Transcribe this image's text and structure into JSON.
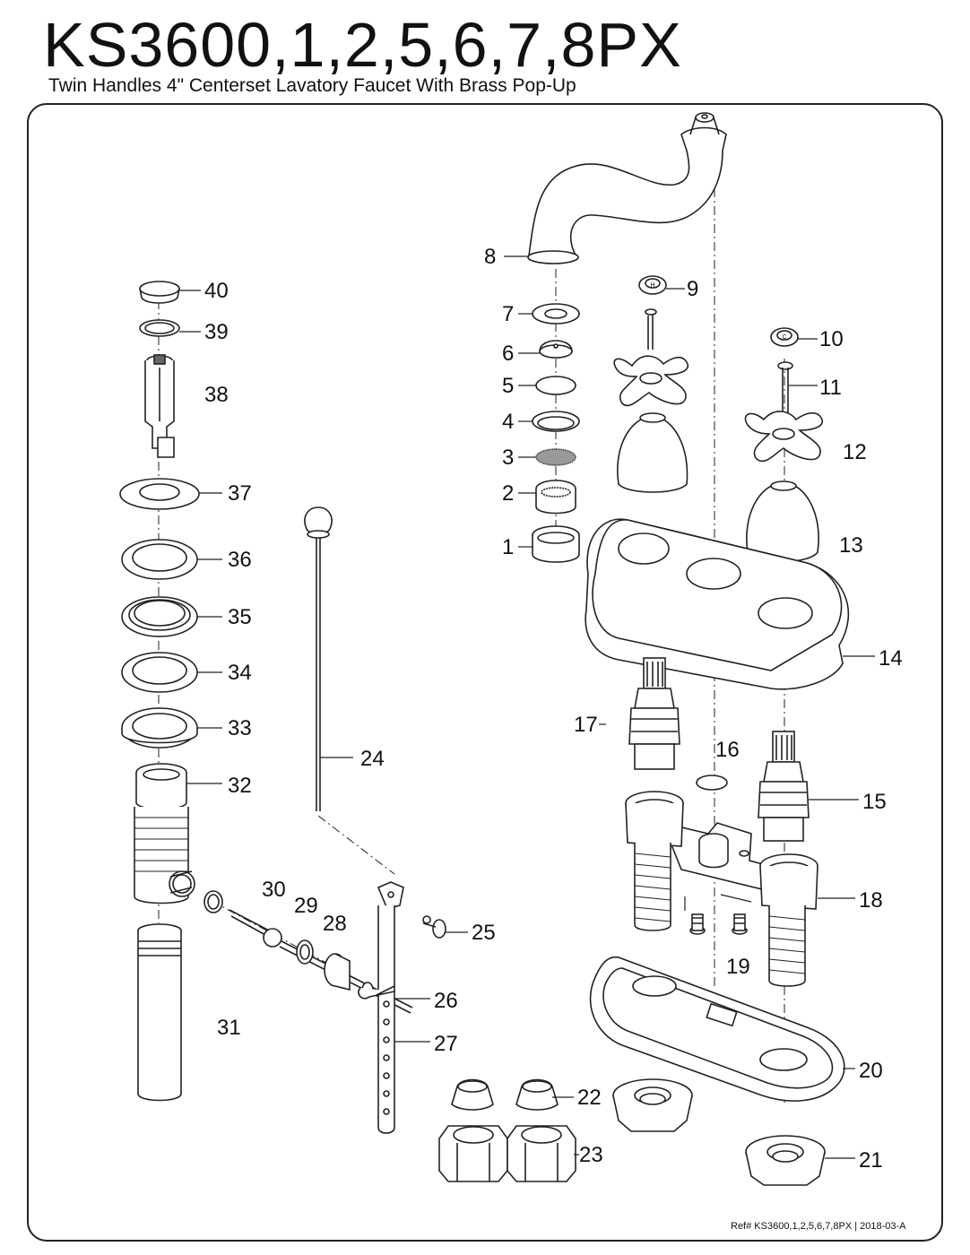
{
  "header": {
    "model": "KS3600,1,2,5,6,7,8PX",
    "description": "Twin Handles 4\" Centerset Lavatory Faucet With Brass Pop-Up"
  },
  "footer": {
    "reference": "Ref# KS3600,1,2,5,6,7,8PX | 2018-03-A"
  },
  "callouts": {
    "n1": "1",
    "n2": "2",
    "n3": "3",
    "n4": "4",
    "n5": "5",
    "n6": "6",
    "n7": "7",
    "n8": "8",
    "n9": "9",
    "n10": "10",
    "n11": "11",
    "n12": "12",
    "n13": "13",
    "n14": "14",
    "n15": "15",
    "n16": "16",
    "n17": "17",
    "n18": "18",
    "n19": "19",
    "n20": "20",
    "n21": "21",
    "n22": "22",
    "n23": "23",
    "n24": "24",
    "n25": "25",
    "n26": "26",
    "n27": "27",
    "n28": "28",
    "n29": "29",
    "n30": "30",
    "n31": "31",
    "n32": "32",
    "n33": "33",
    "n34": "34",
    "n35": "35",
    "n36": "36",
    "n37": "37",
    "n38": "38",
    "n39": "39",
    "n40": "40"
  },
  "handle_marks": {
    "hot": "H",
    "cold": "C"
  }
}
